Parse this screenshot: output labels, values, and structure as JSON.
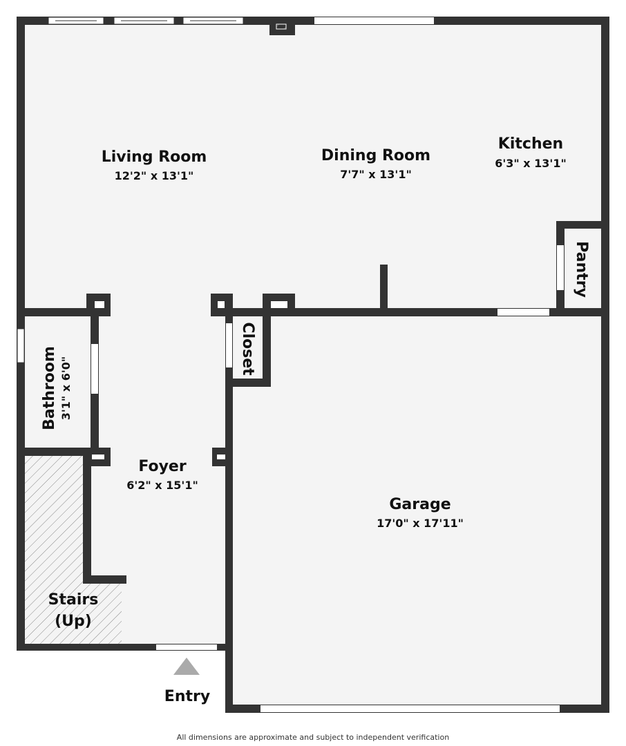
{
  "rooms": {
    "living": {
      "name": "Living Room",
      "dims": "12'2\" x 13'1\""
    },
    "dining": {
      "name": "Dining Room",
      "dims": "7'7\" x 13'1\""
    },
    "kitchen": {
      "name": "Kitchen",
      "dims": "6'3\" x 13'1\""
    },
    "pantry": {
      "name": "Pantry"
    },
    "bathroom": {
      "name": "Bathroom",
      "dims": "3'1\" x 6'0\""
    },
    "closet": {
      "name": "Closet"
    },
    "foyer": {
      "name": "Foyer",
      "dims": "6'2\" x 15'1\""
    },
    "garage": {
      "name": "Garage",
      "dims": "17'0\" x 17'11\""
    },
    "stairs": {
      "name_line1": "Stairs",
      "name_line2": "(Up)"
    }
  },
  "entry_label": "Entry",
  "footer": "All dimensions are approximate and subject to independent verification",
  "colors": {
    "wall": "#333333",
    "floor": "#f4f4f4"
  }
}
